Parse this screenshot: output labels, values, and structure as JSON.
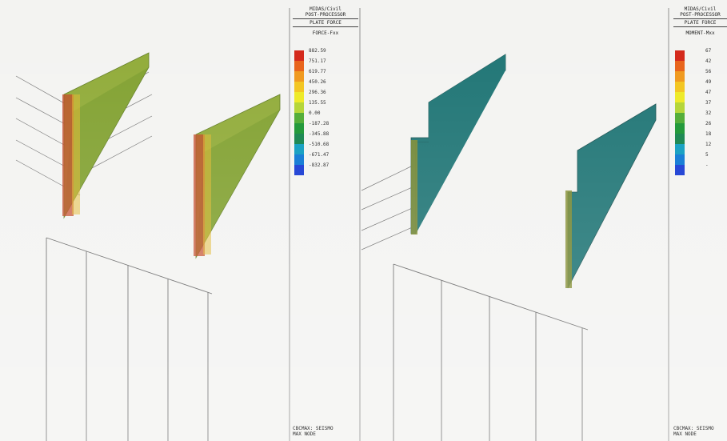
{
  "left_panel": {
    "header": [
      "MIDAS/Civil",
      "POST-PROCESSOR",
      "PLATE FORCE"
    ],
    "component": "FORCE-Fxx",
    "legend_values": [
      "882.59",
      "751.17",
      "619.77",
      "450.26",
      "296.36",
      "135.55",
      "0.00",
      "-187.28",
      "-345.88",
      "-510.68",
      "-671.47",
      "-832.87"
    ],
    "footer": [
      "CBCMAX: SEISMO",
      "MAX NODE"
    ]
  },
  "right_panel": {
    "header": [
      "MIDAS/Civil",
      "POST-PROCESSOR",
      "PLATE FORCE"
    ],
    "component": "MOMENT-Mxx",
    "legend_values": [
      "67",
      "42",
      "56",
      "49",
      "47",
      "37",
      "32",
      "26",
      "18",
      "12",
      "5",
      "-"
    ],
    "footer": [
      "CBCMAX: SEISMO",
      "MAX NODE"
    ]
  },
  "legend_colors": [
    "#d42a1c",
    "#e8641c",
    "#f09a20",
    "#f3c623",
    "#eeea2a",
    "#b6d63a",
    "#55ae3a",
    "#249a3c",
    "#1f8a55",
    "#1ba2c3",
    "#1a7fd6",
    "#2748d6"
  ],
  "colors": {
    "fxx_plate": "#8faa36",
    "fxx_plate_dark": "#6f9426",
    "fxx_edge": "#c2421f",
    "mxx_plate": "#1c7373",
    "mxx_plate_dark": "#1a6a5e",
    "mxx_edge": "#7f8a2a",
    "grid": "#5c5c5c"
  }
}
